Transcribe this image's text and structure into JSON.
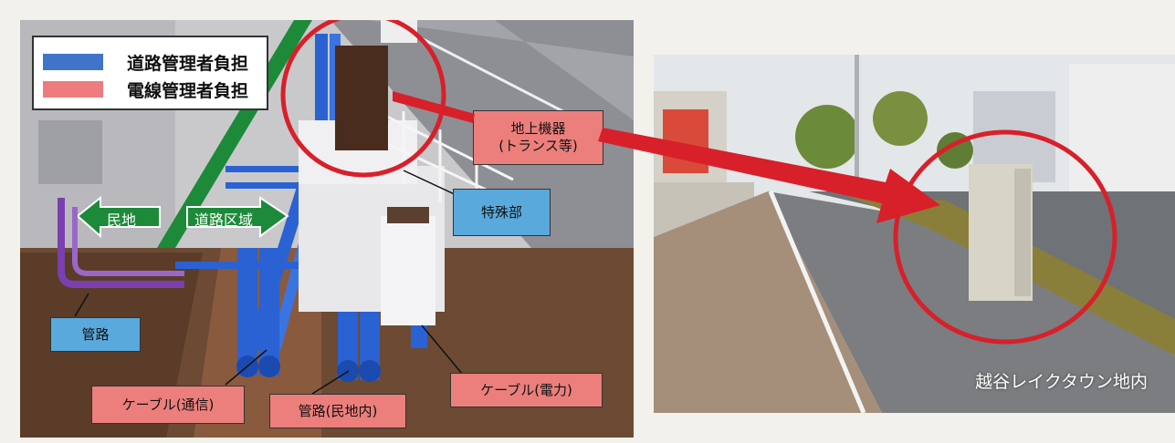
{
  "legend": {
    "road_manager": {
      "label": "道路管理者負担",
      "color": "#3f74c9"
    },
    "cable_manager": {
      "label": "電線管理者負担",
      "color": "#ef7b80"
    }
  },
  "arrows": {
    "private_land": "民地",
    "road_area": "道路区域"
  },
  "callouts": {
    "ground_equipment": {
      "line1": "地上機器",
      "line2": "(トランス等)"
    },
    "special_section": "特殊部",
    "conduit": "管路",
    "cable_telecom": "ケーブル(通信)",
    "conduit_private": "管路(民地内)",
    "cable_power": "ケーブル(電力)"
  },
  "photo": {
    "caption": "越谷レイクタウン地内"
  },
  "colors": {
    "highlight_red": "#d8202a",
    "green": "#1d8a3a",
    "pipe_blue": "#2a62d4",
    "purple": "#7b3fb0"
  }
}
